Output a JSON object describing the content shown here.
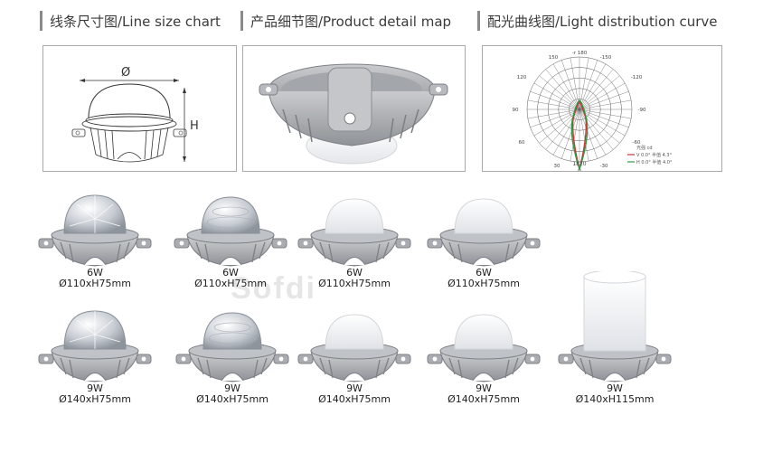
{
  "sections": [
    {
      "title": "线条尺寸图/Line size chart"
    },
    {
      "title": "产品细节图/Product detail map"
    },
    {
      "title": "配光曲线图/Light distribution curve"
    }
  ],
  "dimension_labels": {
    "diameter": "Ø",
    "height": "H"
  },
  "polar": {
    "angle_labels": [
      "-r 180",
      "150",
      "-150",
      "120",
      "-120",
      "90",
      "-90",
      "60",
      "-60",
      "30",
      "-30",
      "0"
    ],
    "legend_header": "光强 cd",
    "legend": [
      {
        "label": "V 0.0° 半值 4.3°",
        "color": "#cc3333"
      },
      {
        "label": "H 0.0° 半值 4.0°",
        "color": "#339944"
      }
    ],
    "bottom_label": "1820"
  },
  "products_row1": [
    {
      "watt": "6W",
      "size": "Ø110xH75mm",
      "cover": "crystal"
    },
    {
      "watt": "6W",
      "size": "Ø110xH75mm",
      "cover": "clear"
    },
    {
      "watt": "6W",
      "size": "Ø110xH75mm",
      "cover": "milky"
    },
    {
      "watt": "6W",
      "size": "Ø110xH75mm",
      "cover": "milky"
    }
  ],
  "products_row2": [
    {
      "watt": "9W",
      "size": "Ø140xH75mm",
      "cover": "crystal"
    },
    {
      "watt": "9W",
      "size": "Ø140xH75mm",
      "cover": "clear"
    },
    {
      "watt": "9W",
      "size": "Ø140xH75mm",
      "cover": "milky"
    },
    {
      "watt": "9W",
      "size": "Ø140xH75mm",
      "cover": "milky"
    },
    {
      "watt": "9W",
      "size": "Ø140xH115mm",
      "cover": "cylinder"
    }
  ],
  "colors": {
    "housing": "#b5b8bc",
    "housing_dark": "#8e9196",
    "accent_bar": "#8a8a8a"
  }
}
